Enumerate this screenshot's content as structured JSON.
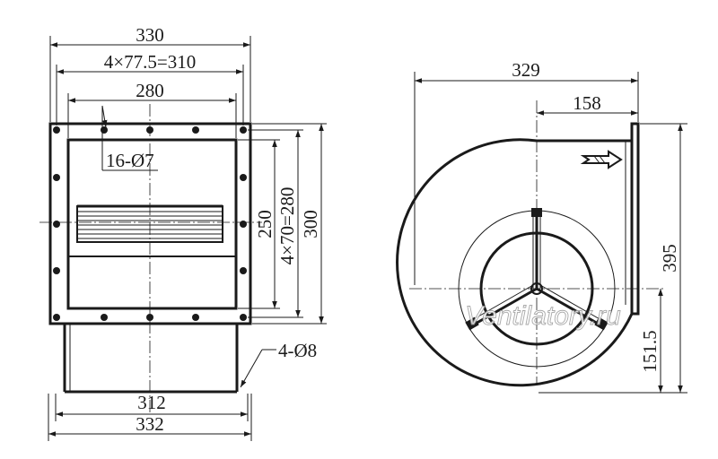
{
  "front_view": {
    "dimensions": {
      "overall_width": "330",
      "hole_spacing_top": "4×77.5=310",
      "opening_width": "280",
      "flange_holes": "16-Ø7",
      "opening_height": "250",
      "hole_spacing_side": "4×70=280",
      "overall_height": "300",
      "foot_holes": "4-Ø8",
      "base_width": "312",
      "base_overall": "332"
    }
  },
  "side_view": {
    "dimensions": {
      "overall_depth": "329",
      "outlet_offset": "158",
      "overall_height": "395",
      "shaft_height": "151.5"
    }
  },
  "watermark": "Ventilatory.ru"
}
